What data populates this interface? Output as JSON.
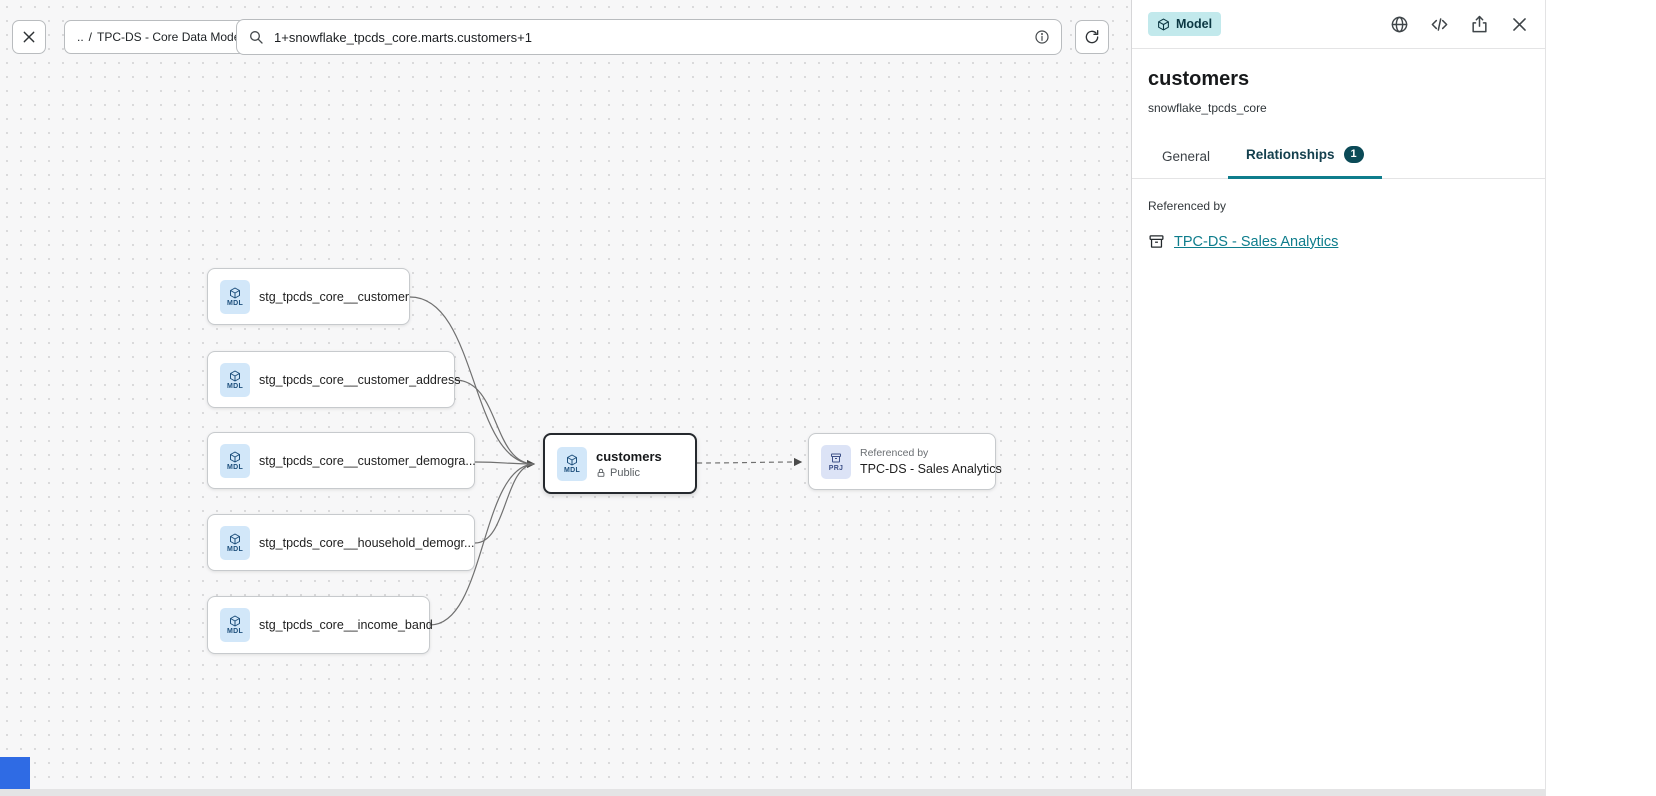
{
  "topbar": {
    "breadcrumb": {
      "parent": "..",
      "separator": "/",
      "current": "TPC-DS - Core Data Models"
    },
    "search": {
      "value": "1+snowflake_tpcds_core.marts.customers+1"
    }
  },
  "canvas": {
    "nodes": [
      {
        "badge": "MDL",
        "label": "stg_tpcds_core__customer"
      },
      {
        "badge": "MDL",
        "label": "stg_tpcds_core__customer_address"
      },
      {
        "badge": "MDL",
        "label": "stg_tpcds_core__customer_demogra..."
      },
      {
        "badge": "MDL",
        "label": "stg_tpcds_core__household_demogr..."
      },
      {
        "badge": "MDL",
        "label": "stg_tpcds_core__income_band"
      },
      {
        "badge": "MDL",
        "label": "customers",
        "access": "Public"
      },
      {
        "badge": "PRJ",
        "label": "TPC-DS - Sales Analytics",
        "kicker": "Referenced by"
      }
    ]
  },
  "panel": {
    "type_badge": "Model",
    "title": "customers",
    "subtitle": "snowflake_tpcds_core",
    "tabs": {
      "general": "General",
      "relationships": "Relationships",
      "relationships_count": "1"
    },
    "content": {
      "section_label": "Referenced by",
      "reference_link": "TPC-DS - Sales Analytics"
    }
  },
  "icons": {
    "close-icon": "✕",
    "search-icon": "magnifier",
    "info-icon": "circled-i",
    "refresh-icon": "circular-arrow",
    "model-icon": "cube",
    "lock-icon": "padlock",
    "project-icon": "archive-box",
    "globe-icon": "globe",
    "code-icon": "</>",
    "share-icon": "box-arrow-up"
  },
  "colors": {
    "accent": "#0E7D8C",
    "tab_badge_bg": "#0B4A57",
    "model_chip_bg": "#C2E9EC",
    "mdl_tile_bg": "#D2E7F9",
    "prj_tile_bg": "#DCE3F6",
    "attribution_blue": "#2F6BE4"
  }
}
